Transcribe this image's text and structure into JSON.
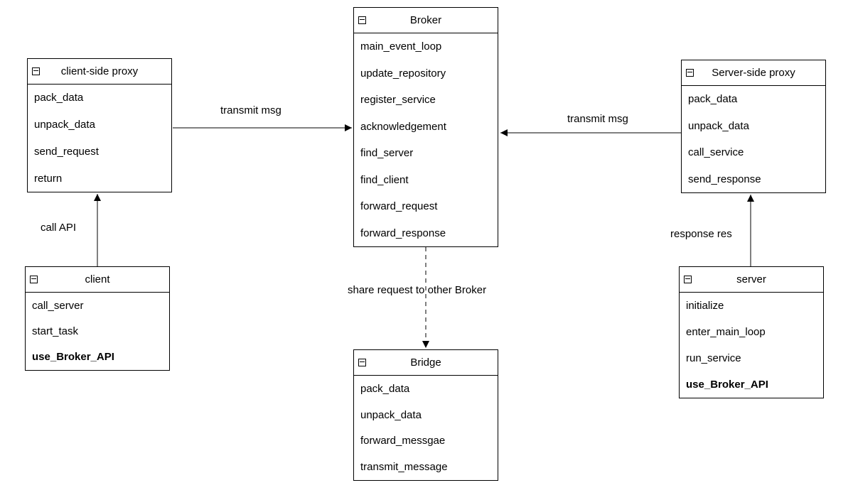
{
  "colors": {
    "stroke": "#000000",
    "fill": "#ffffff",
    "text": "#000000"
  },
  "icons": {
    "collapse": "minus-square"
  },
  "boxes": {
    "broker": {
      "title": "Broker",
      "methods": [
        "main_event_loop",
        "update_repository",
        "register_service",
        "acknowledgement",
        "find_server",
        "find_client",
        "forward_request",
        "forward_response"
      ]
    },
    "client_proxy": {
      "title": "client-side proxy",
      "methods": [
        "pack_data",
        "unpack_data",
        "send_request",
        "return"
      ]
    },
    "server_proxy": {
      "title": "Server-side proxy",
      "methods": [
        "pack_data",
        "unpack_data",
        "call_service",
        "send_response"
      ]
    },
    "client": {
      "title": "client",
      "methods": [
        "call_server",
        "start_task",
        "use_Broker_API"
      ]
    },
    "server": {
      "title": "server",
      "methods": [
        "initialize",
        "enter_main_loop",
        "run_service",
        "use_Broker_API"
      ]
    },
    "bridge": {
      "title": "Bridge",
      "methods": [
        "pack_data",
        "unpack_data",
        "forward_messgae",
        "transmit_message"
      ]
    }
  },
  "labels": {
    "clientproxy_to_broker": "transmit msg",
    "serverproxy_to_broker": "transmit msg",
    "client_to_clientproxy": "call API",
    "server_to_serverproxy": "response res",
    "broker_to_bridge": "share request to other Broker"
  }
}
